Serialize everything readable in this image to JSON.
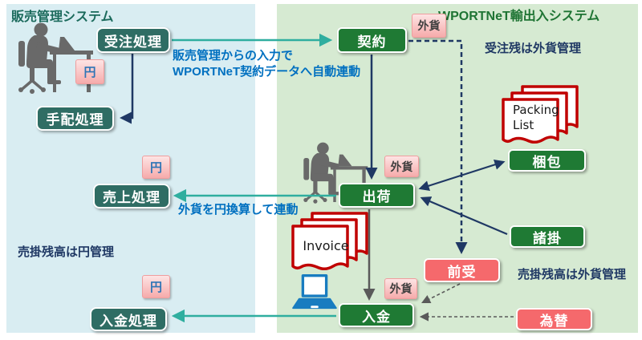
{
  "left_panel": {
    "title": "販売管理システム",
    "boxes": {
      "order": "受注処理",
      "arrange": "手配処理",
      "sales": "売上処理",
      "deposit": "入金処理"
    },
    "badge_yen": "円",
    "note_receivable_yen": "売掛残高は円管理"
  },
  "right_panel": {
    "title": "WPORTNeT輸出入システム",
    "boxes": {
      "contract": "契約",
      "packing": "梱包",
      "shipping": "出荷",
      "charges": "諸掛",
      "advance": "前受",
      "deposit": "入金",
      "exchange": "為替"
    },
    "badge_fx": "外貨",
    "note_order_fx": "受注残は外貨管理",
    "note_receivable_fx": "売掛残高は外貨管理",
    "documents": {
      "packing_list_line1": "Packing",
      "packing_list_line2": "List",
      "invoice": "Invoice"
    }
  },
  "annotations": {
    "auto_link_line1": "販売管理からの入力で",
    "auto_link_line2": "WPORTNeT契約データへ自動連動",
    "fx_convert": "外貨を円換算して連動"
  },
  "colors": {
    "panel_left_bg": "#d9edf2",
    "panel_right_bg": "#d6ead2",
    "teal_box": "#2f6d64",
    "green_box": "#1f7a34",
    "salmon_box": "#f5696c",
    "badge_pink": "#f6abab",
    "yen_text_blue": "#2e75b6",
    "fx_text_gray": "#3f3f3f",
    "navy_note": "#1f3864",
    "blue_annotation": "#0070c0",
    "arrow_teal": "#2fae9f",
    "arrow_navy": "#1f3864",
    "arrow_gray": "#5a5a5a",
    "document_border_red": "#c00000",
    "laptop_blue": "#187cc0"
  }
}
